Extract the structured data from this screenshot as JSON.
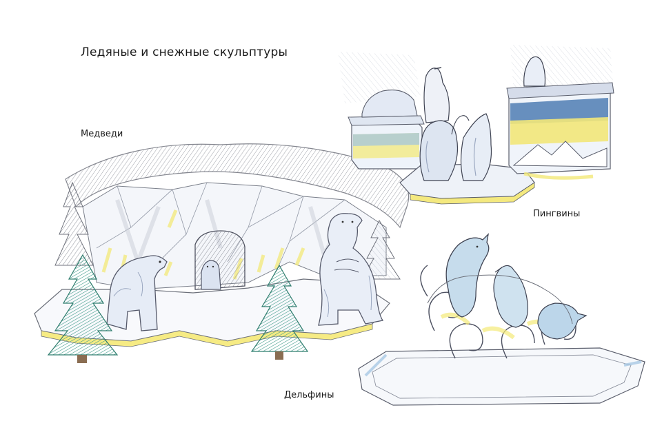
{
  "title": "Ледяные и снежные скульптуры",
  "groups": {
    "bears": "Медведи",
    "penguins": "Пингвины",
    "dolphins": "Дельфины"
  }
}
